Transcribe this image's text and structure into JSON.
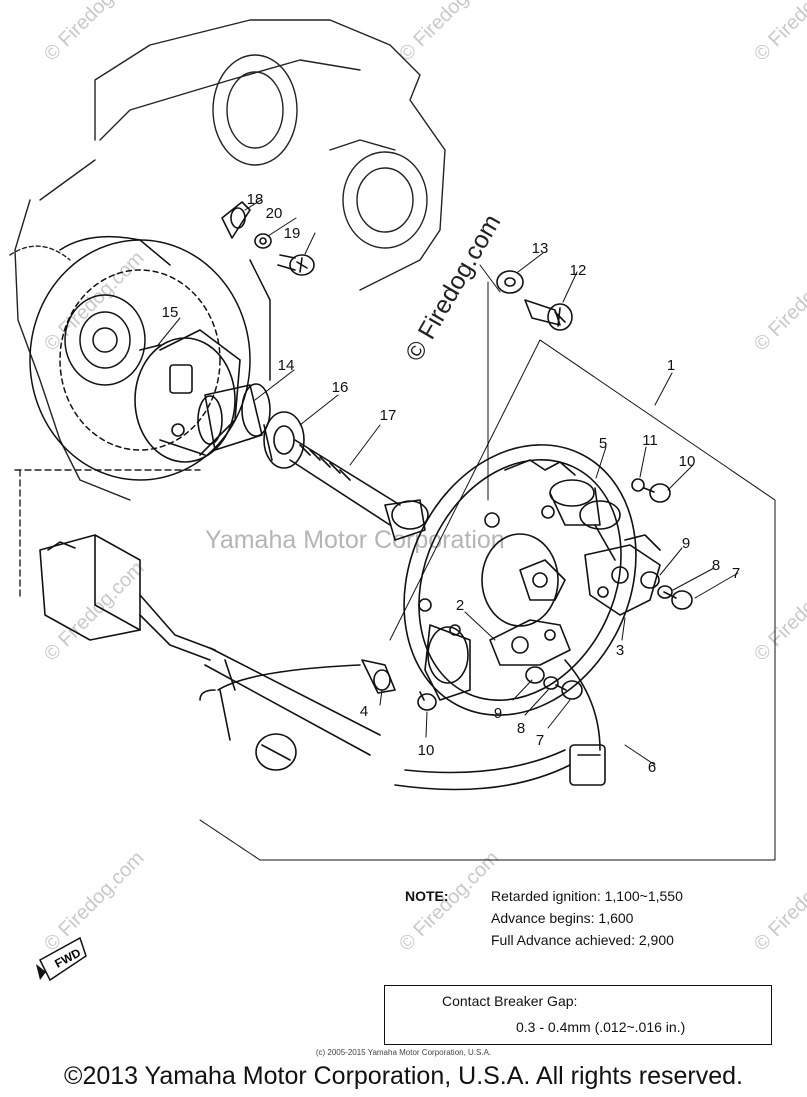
{
  "callouts": [
    "1",
    "2",
    "3",
    "4",
    "5",
    "6",
    "7",
    "7",
    "8",
    "8",
    "9",
    "9",
    "10",
    "10",
    "11",
    "12",
    "13",
    "14",
    "15",
    "16",
    "17",
    "18",
    "19",
    "20"
  ],
  "watermark": {
    "text": "© Firedog.com",
    "center": "Yamaha Motor Corporation",
    "diagonal": "© Firedog.com",
    "icon": "copyright-icon"
  },
  "fwd_label": "FWD",
  "note": {
    "label": "NOTE:",
    "retarded": "Retarded   ignition:   1,100~1,550",
    "advance_begins": "Advance begins: 1,600",
    "full_advance": "Full Advance achieved: 2,900"
  },
  "gap_box": {
    "title": "Contact Breaker Gap:",
    "value": "0.3 - 0.4mm (.012~.016 in.)"
  },
  "small_copyright": "(c) 2005-2015 Yamaha Motor Corporation, U.S.A.",
  "footer": "©2013 Yamaha Motor Corporation, U.S.A. All rights reserved.",
  "colors": {
    "line": "#111111",
    "watermark": "#c9c9c9",
    "background": "#ffffff"
  }
}
